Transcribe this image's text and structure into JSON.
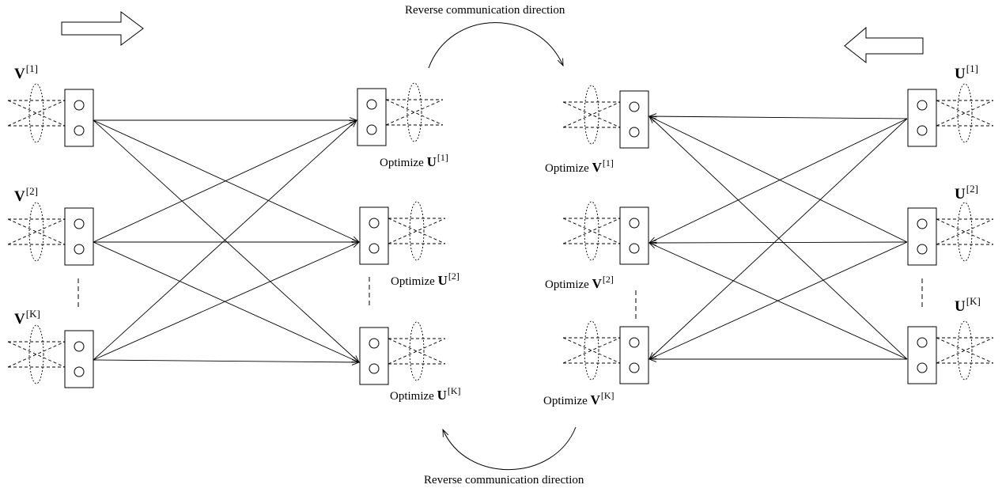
{
  "top_caption": "Reverse communication direction",
  "bottom_caption": "Reverse communication direction",
  "optimize_word": "Optimize",
  "left_side": {
    "labels": [
      {
        "symbol": "V",
        "index": "[1]"
      },
      {
        "symbol": "V",
        "index": "[2]"
      },
      {
        "symbol": "V",
        "index": "[K]"
      }
    ]
  },
  "center_left": {
    "captions": [
      {
        "symbol": "U",
        "index": "[1]"
      },
      {
        "symbol": "U",
        "index": "[2]"
      },
      {
        "symbol": "U",
        "index": "[K]"
      }
    ]
  },
  "center_right": {
    "captions": [
      {
        "symbol": "V",
        "index": "[1]"
      },
      {
        "symbol": "V",
        "index": "[2]"
      },
      {
        "symbol": "V",
        "index": "[K]"
      }
    ]
  },
  "right_side": {
    "labels": [
      {
        "symbol": "U",
        "index": "[1]"
      },
      {
        "symbol": "U",
        "index": "[2]"
      },
      {
        "symbol": "U",
        "index": "[K]"
      }
    ]
  },
  "colors": {
    "ink": "#000000",
    "background": "#ffffff"
  }
}
